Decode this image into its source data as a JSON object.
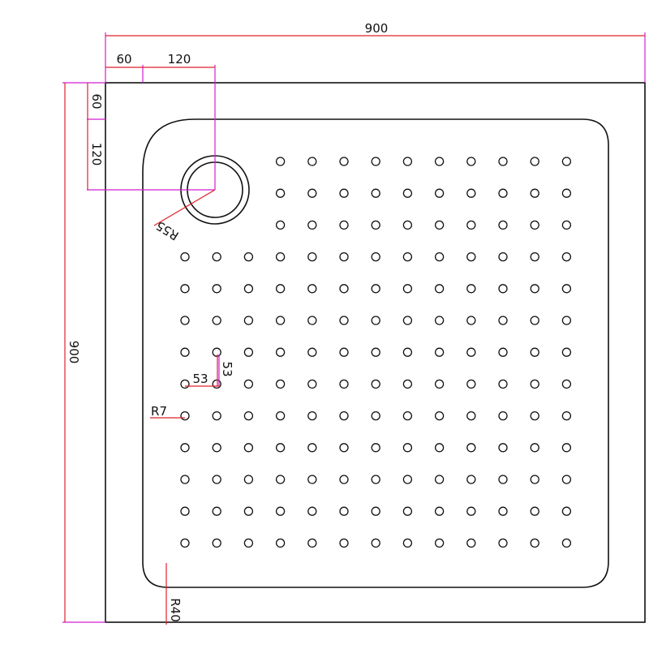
{
  "colors": {
    "outline": "#111111",
    "extension_line": "#d21fd2",
    "dimension_line": "#e0202a",
    "background": "#ffffff"
  },
  "dimensions": {
    "overall_width": "900",
    "overall_height": "900",
    "offset_x": "60",
    "drain_x": "120",
    "offset_y": "60",
    "drain_y": "120",
    "drain_radius": "R55",
    "hole_pitch_x": "53",
    "hole_pitch_y": "53",
    "hole_radius": "R7",
    "corner_radius": "R40"
  },
  "hole_grid": {
    "columns": 13,
    "rows": 13,
    "top_block": {
      "rows": 3,
      "first_column": 3
    }
  }
}
